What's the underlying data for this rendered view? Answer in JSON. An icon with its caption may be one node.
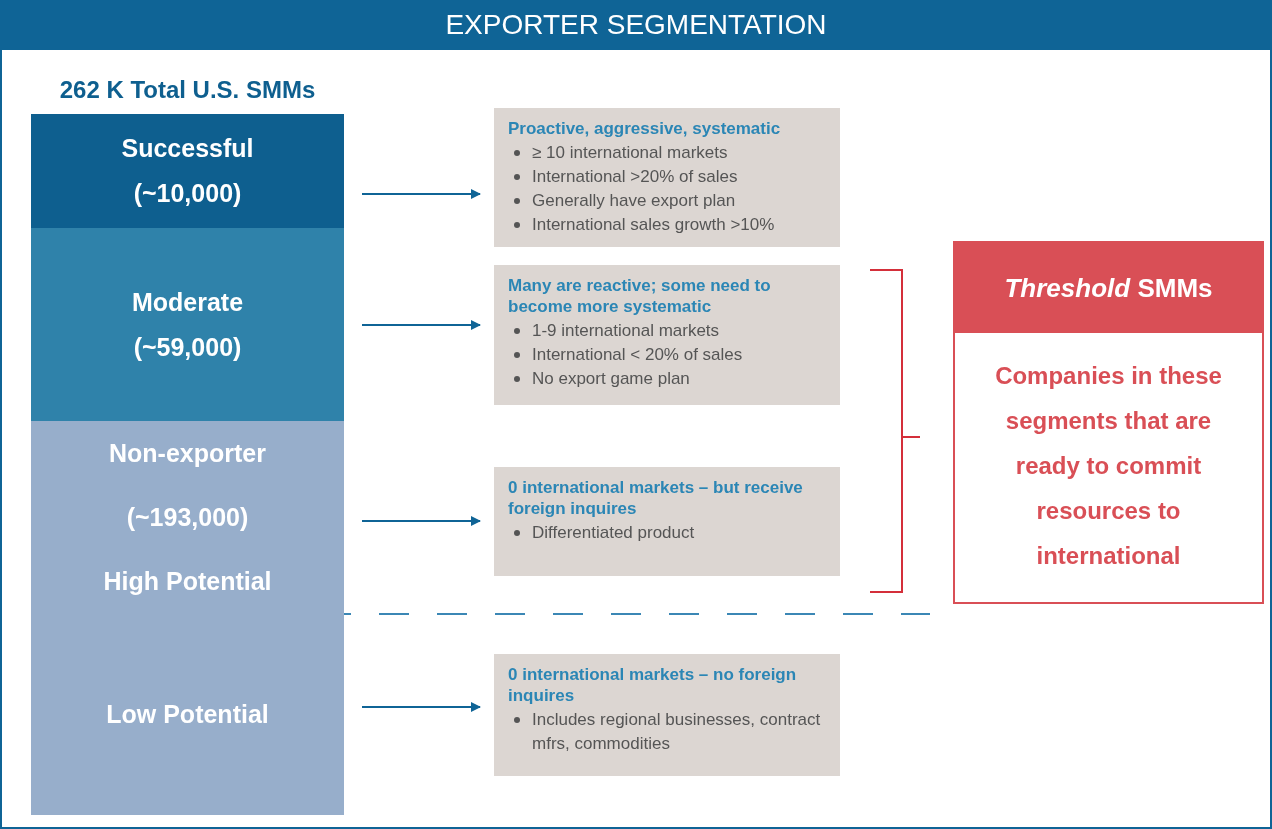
{
  "diagram": {
    "title": "EXPORTER SEGMENTATION",
    "nodes": [
      {
        "text": [
          "Successful",
          "(~10,000)"
        ]
      },
      {
        "text": [
          "Moderate",
          "(~59,000)"
        ]
      },
      {
        "text": [
          "Non-exporter",
          "(~193,000)",
          "High Potential"
        ]
      },
      {
        "text": [
          "Low Potential"
        ]
      },
      {
        "text": [
          "Proactive, aggressive, systematic",
          "≥ 10 international markets",
          "International >20% of sales",
          "Generally have export plan",
          "International sales growth >10%"
        ]
      },
      {
        "text": [
          "Many are reactive; some need to become more systematic",
          "1-9 international markets",
          "International < 20% of sales",
          "No export game plan"
        ]
      },
      {
        "text": [
          "0 international markets –  but receive foreign inquires",
          "Differentiated product"
        ]
      },
      {
        "text": [
          "0 international markets – no foreign inquires",
          "Includes regional businesses, contract mfrs, commodities"
        ]
      },
      {
        "text": [
          "*Threshold* SMMs",
          "Companies in these segments that are ready to commit resources to international"
        ]
      }
    ],
    "edges": [
      {
        "from": 0,
        "to": 4,
        "arrow": "to"
      },
      {
        "from": 1,
        "to": 5,
        "arrow": "to"
      },
      {
        "from": 2,
        "to": 6,
        "arrow": "to"
      },
      {
        "from": 3,
        "to": 7,
        "arrow": "to"
      }
    ],
    "labels": [
      "262 K Total U.S. SMMs"
    ]
  }
}
